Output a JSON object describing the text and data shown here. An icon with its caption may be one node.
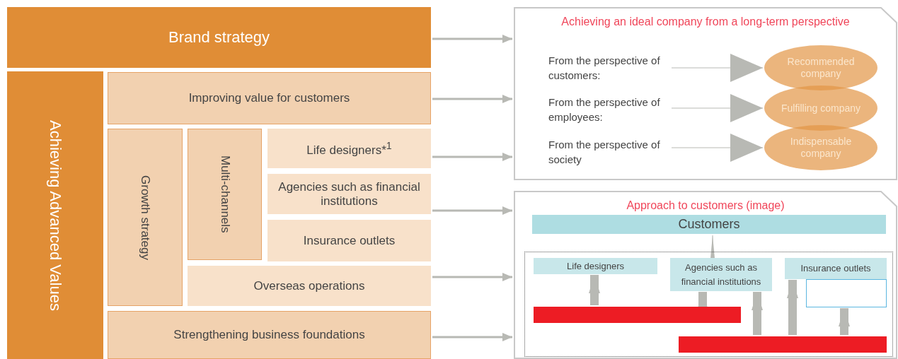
{
  "diagram": {
    "nodes": [
      {
        "text": [
          "Brand strategy"
        ]
      },
      {
        "text": [
          "Achieving Advanced Values"
        ]
      },
      {
        "text": [
          "Improving value for customers"
        ]
      },
      {
        "text": [
          "Growth strategy"
        ]
      },
      {
        "text": [
          "Multi-channels"
        ]
      },
      {
        "text": [
          "Life designers*$^{1}$"
        ]
      },
      {
        "text": [
          "Agencies such as financial institutions"
        ]
      },
      {
        "text": [
          "Insurance outlets"
        ]
      },
      {
        "text": [
          "Overseas operations"
        ]
      },
      {
        "text": [
          "Strengthening business foundations"
        ]
      },
      {
        "text": [
          "Achieving an ideal company from a long-term perspective"
        ]
      },
      {
        "text": [
          "From the perspective of customers:"
        ],
        "in": 10
      },
      {
        "text": [
          "From the perspective of employees:"
        ],
        "in": 10
      },
      {
        "text": [
          "From the perspective of society"
        ],
        "in": 10
      },
      {
        "text": [
          "Recommended company"
        ],
        "in": 10
      },
      {
        "text": [
          "Fulfilling company"
        ],
        "in": 10
      },
      {
        "text": [
          "Indispensable company"
        ],
        "in": 10
      },
      {
        "text": [
          "Approach to customers (image)"
        ]
      },
      {
        "text": [
          "Customers"
        ],
        "in": 17
      },
      {
        "text": [],
        "shape": "box",
        "in": 17
      },
      {
        "text": [
          "Life designers"
        ],
        "in": 19
      },
      {
        "text": [
          "Agencies such as financial institutions"
        ],
        "in": 19
      },
      {
        "text": [
          "Insurance outlets"
        ],
        "in": 19
      },
      {
        "text": [],
        "shape": "box",
        "in": 19
      },
      {
        "text": [],
        "shape": "bar",
        "in": 19
      },
      {
        "text": [],
        "shape": "bar",
        "in": 19
      }
    ],
    "edges": [
      {
        "from": 0,
        "to": 10,
        "arrow": "to"
      },
      {
        "from": 2,
        "to": 10,
        "arrow": "to"
      },
      {
        "from": 5,
        "to": 10,
        "arrow": "to"
      },
      {
        "from": 6,
        "to": 17,
        "arrow": "to"
      },
      {
        "from": 8,
        "to": 17,
        "arrow": "to"
      },
      {
        "from": 9,
        "to": 17,
        "arrow": "to"
      },
      {
        "from": 11,
        "to": 14,
        "arrow": "to"
      },
      {
        "from": 12,
        "to": 15,
        "arrow": "to"
      },
      {
        "from": 13,
        "to": 16,
        "arrow": "to"
      },
      {
        "from": 19,
        "to": 18,
        "arrow": "to"
      },
      {
        "from": 24,
        "to": 20,
        "arrow": "to",
        "style": "thick"
      },
      {
        "from": 24,
        "to": 21,
        "arrow": "to",
        "style": "thick"
      },
      {
        "from": 25,
        "to": 21,
        "arrow": "to",
        "style": "thick"
      },
      {
        "from": 25,
        "to": 22,
        "arrow": "to",
        "style": "thick"
      },
      {
        "from": 25,
        "to": 23,
        "arrow": "to",
        "style": "thick"
      }
    ]
  }
}
